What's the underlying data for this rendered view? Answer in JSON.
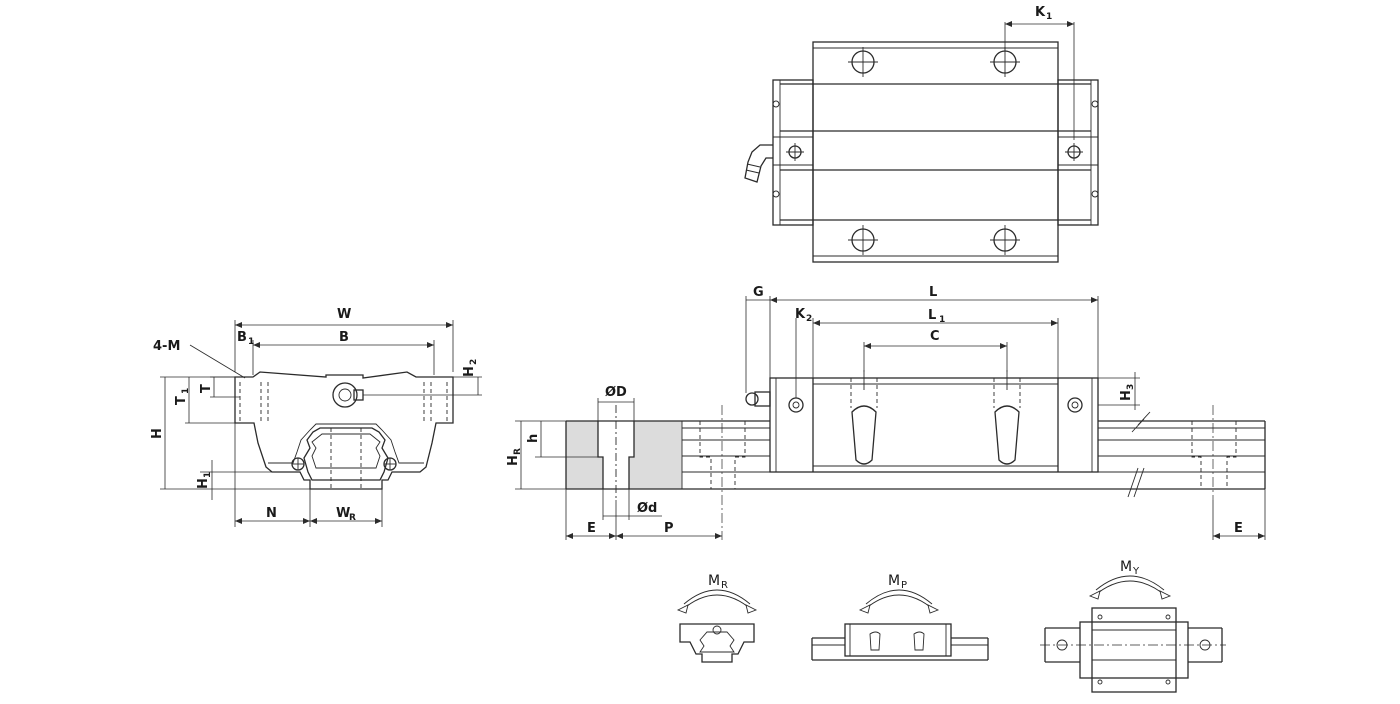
{
  "labels": {
    "K1": {
      "main": "K",
      "sub": "1"
    },
    "G": "G",
    "L": "L",
    "K2": {
      "main": "K",
      "sub": "2"
    },
    "L1": {
      "main": "L",
      "sub": "1"
    },
    "C": "C",
    "H3": {
      "main": "H",
      "sub": "3"
    },
    "W": "W",
    "B": "B",
    "B1": {
      "main": "B",
      "sub": "1"
    },
    "M4": "4-M",
    "H2": {
      "main": "H",
      "sub": "2"
    },
    "T": "T",
    "T1": {
      "main": "T",
      "sub": "1"
    },
    "H": "H",
    "H1": {
      "main": "H",
      "sub": "1"
    },
    "N": "N",
    "WR": {
      "main": "W",
      "sub": "R"
    },
    "OD": "ØD",
    "h": "h",
    "HR": {
      "main": "H",
      "sub": "R"
    },
    "Od": "Ød",
    "E_left": "E",
    "P": "P",
    "E_right": "E",
    "MR": {
      "main": "M",
      "sub": "R"
    },
    "MP": {
      "main": "M",
      "sub": "P"
    },
    "MY": {
      "main": "M",
      "sub": "Y"
    }
  },
  "colors": {
    "line": "#2b2b2b",
    "section_fill": "#dcdcdc"
  }
}
